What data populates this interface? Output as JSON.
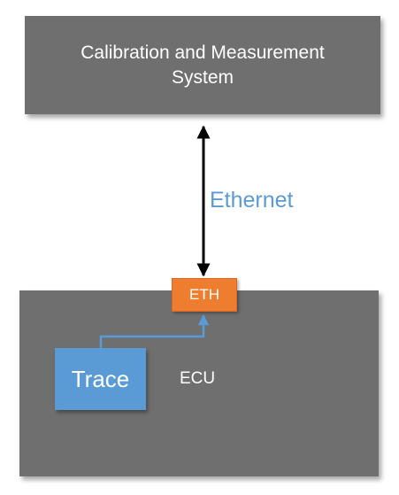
{
  "cms": {
    "line1": "Calibration and Measurement",
    "line2": "System"
  },
  "link": {
    "label": "Ethernet",
    "color": "#5b9bd5"
  },
  "eth": {
    "label": "ETH",
    "color": "#ef7d30"
  },
  "trace": {
    "label": "Trace",
    "color": "#5b9bd5"
  },
  "ecu": {
    "label": "ECU"
  },
  "colors": {
    "box": "#6f6f6f",
    "arrow": "#000000"
  }
}
